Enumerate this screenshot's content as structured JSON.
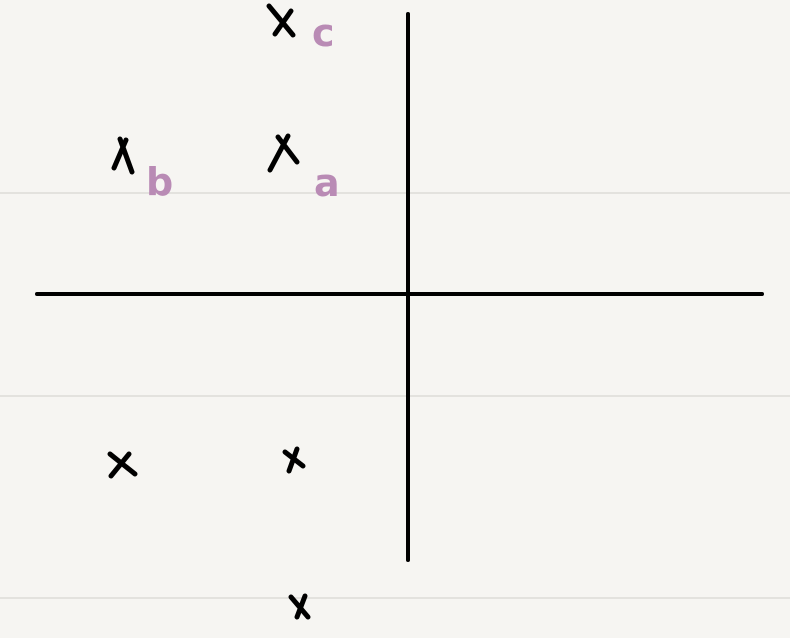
{
  "colors": {
    "background": "#f6f5f2",
    "ruled_line": "#e3e2de",
    "ink": "#000000",
    "label": "#b98bb5"
  },
  "labels": {
    "a": "a",
    "b": "b",
    "c": "c"
  }
}
